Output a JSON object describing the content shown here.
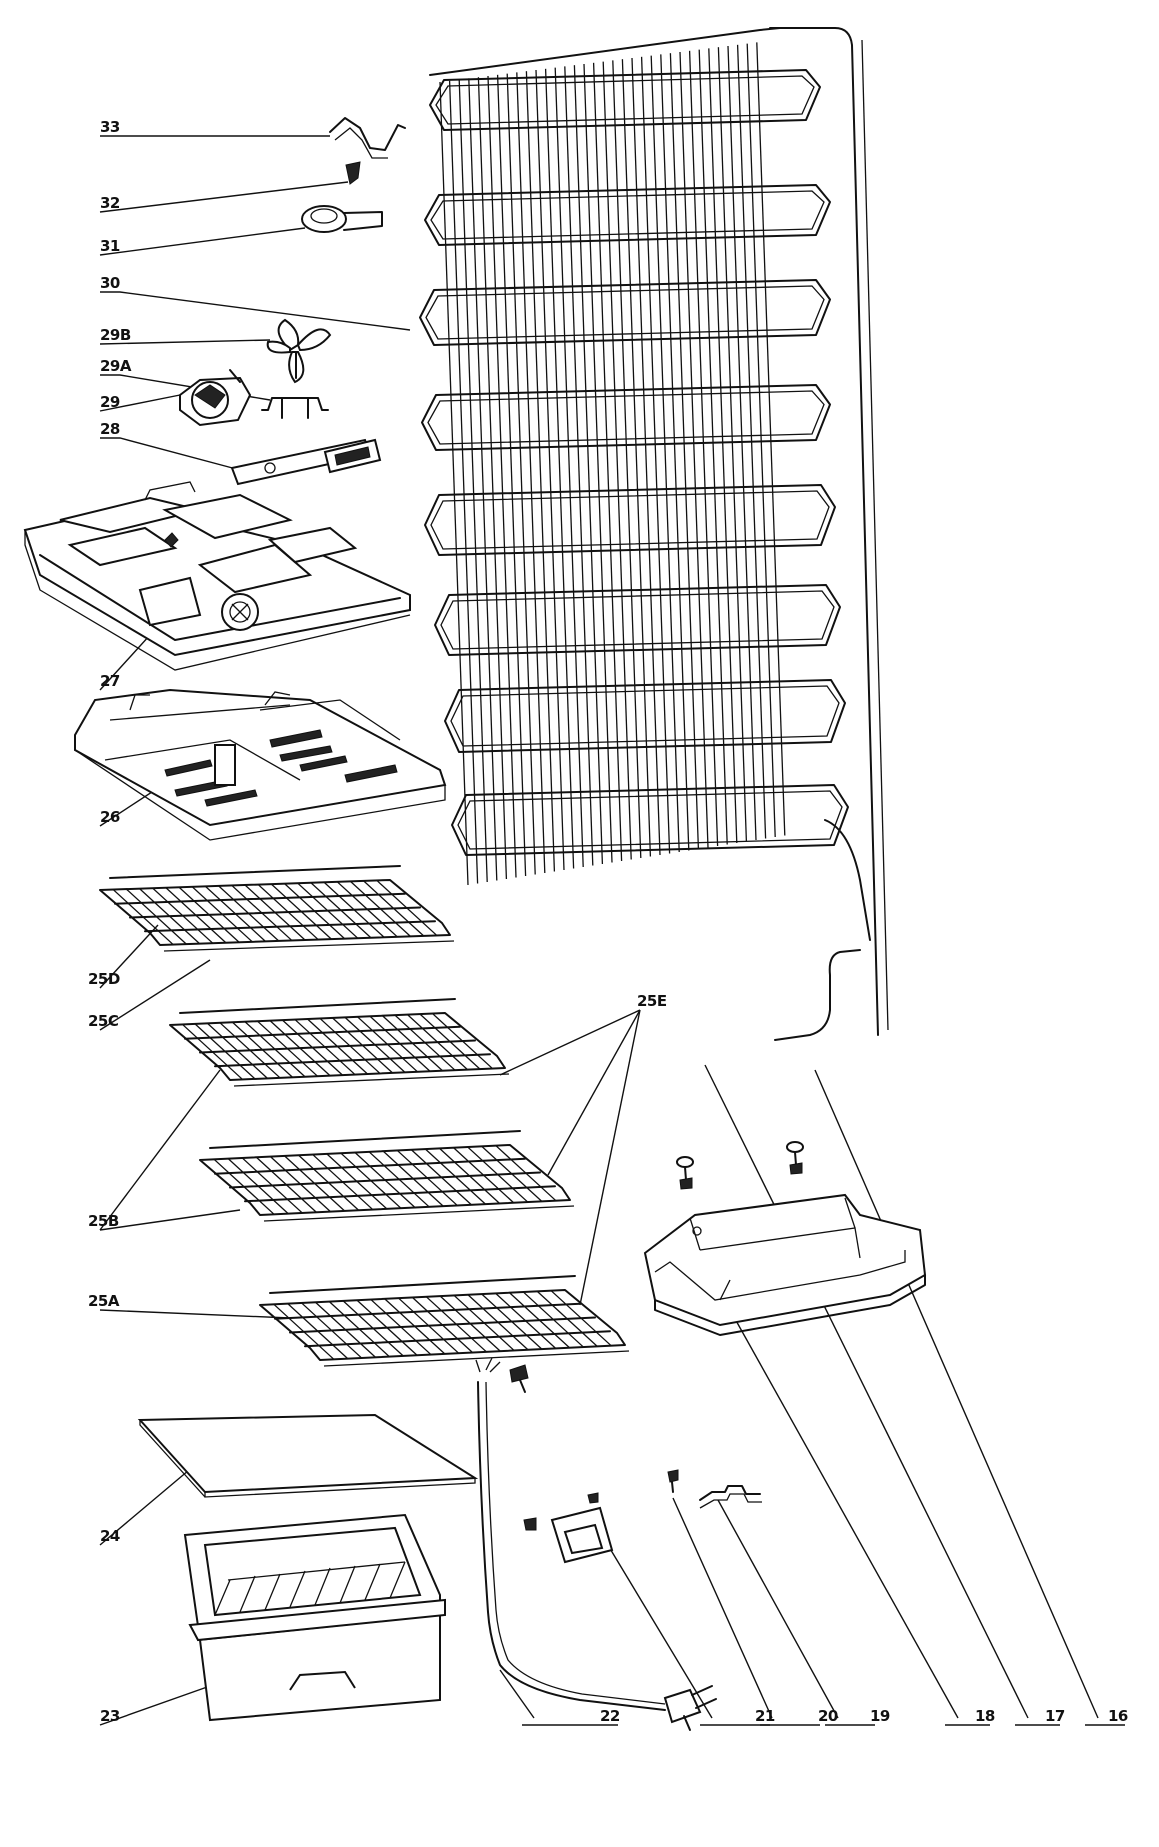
{
  "callouts": {
    "c33": "33",
    "c32": "32",
    "c31": "31",
    "c30": "30",
    "c29B": "29B",
    "c29A": "29A",
    "c29": "29",
    "c28": "28",
    "c27": "27",
    "c26": "26",
    "c25D": "25D",
    "c25C": "25C",
    "c25E": "25E",
    "c25B": "25B",
    "c25A": "25A",
    "c24": "24",
    "c23": "23",
    "c22": "22",
    "c21": "21",
    "c20": "20",
    "c19": "19",
    "c18": "18",
    "c17": "17",
    "c16": "16"
  },
  "colors": {
    "ink": "#111111",
    "paper": "#ffffff"
  }
}
